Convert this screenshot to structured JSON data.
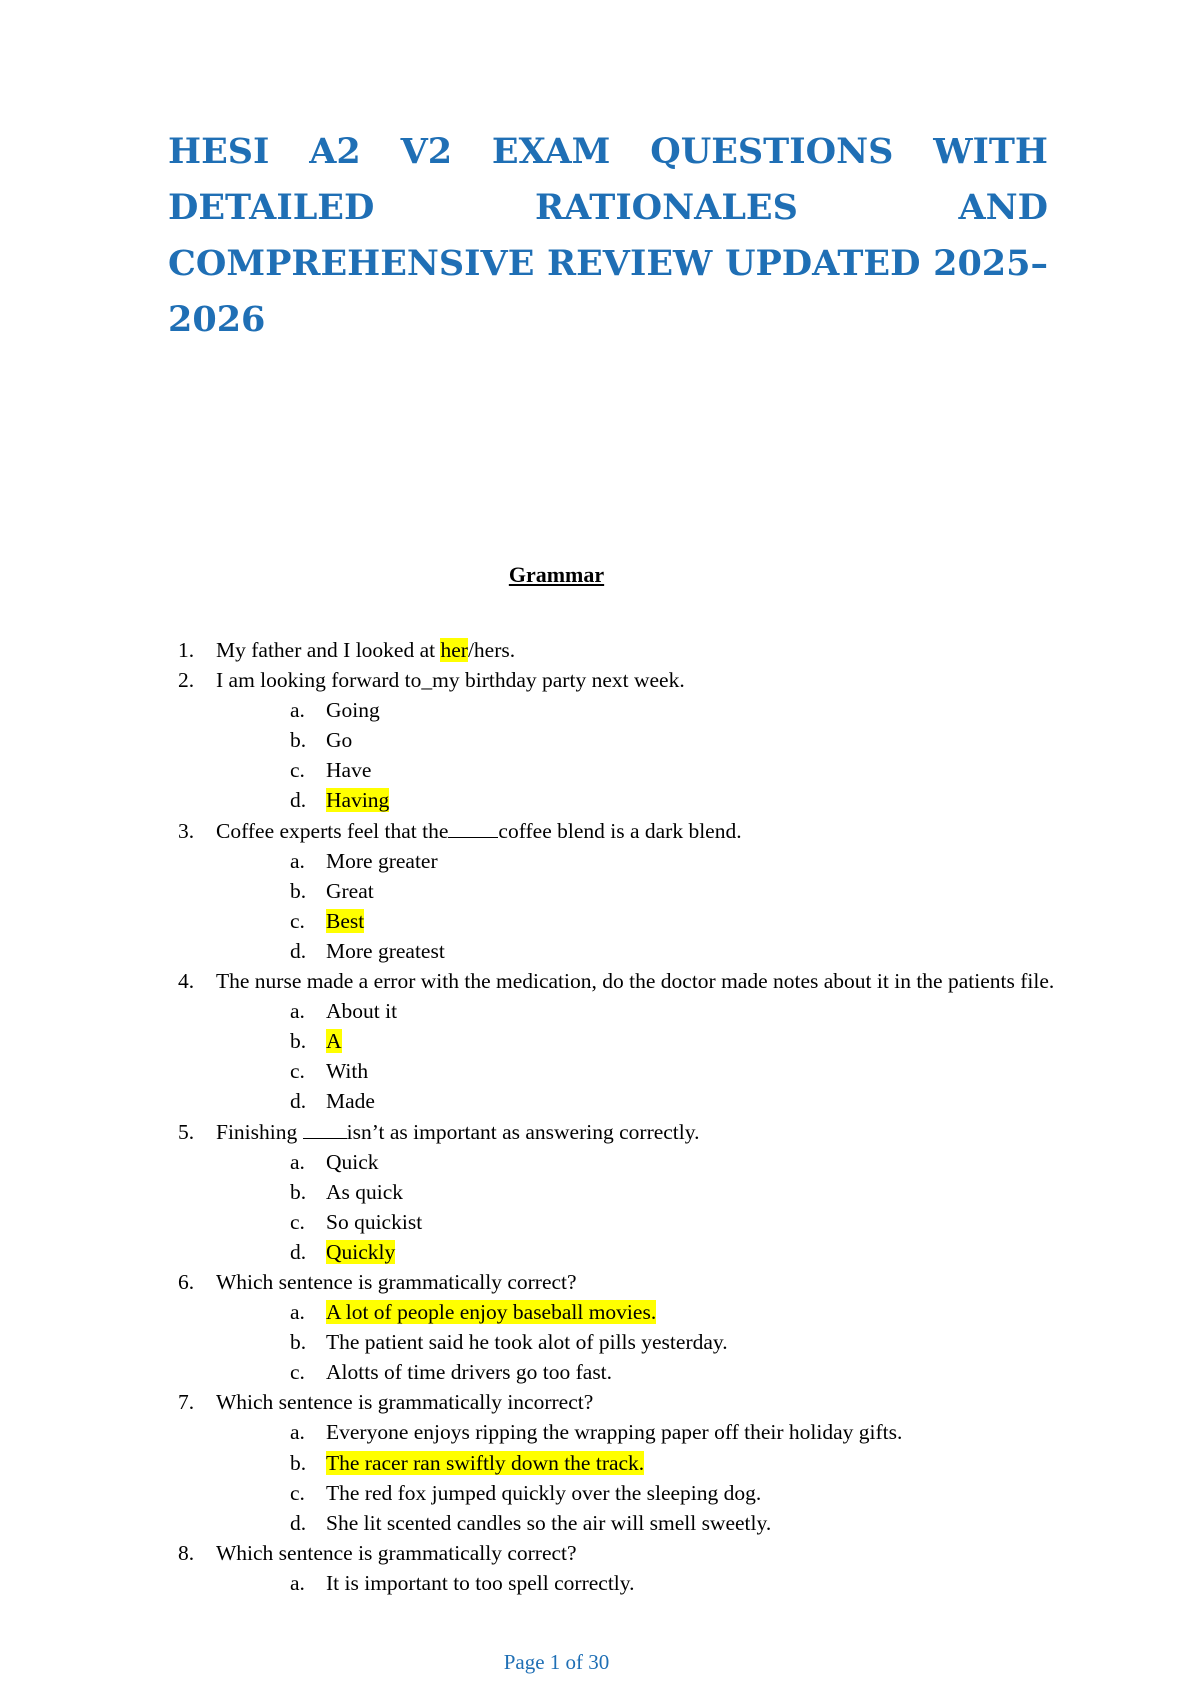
{
  "document": {
    "title": "HESI A2 V2 EXAM QUESTIONS WITH DETAILED RATIONALES AND COMPREHENSIVE REVIEW UPDATED 2025–2026",
    "section_heading": "Grammar",
    "footer": "Page 1 of 30",
    "highlight_color": "#ffff00",
    "title_color": "#1f6fb5"
  },
  "questions": [
    {
      "num": "1.",
      "stem_before": "My father and I looked at ",
      "stem_highlight": "her",
      "stem_after": "/hers.",
      "options": []
    },
    {
      "num": "2.",
      "stem": "I am looking forward to_my birthday party next week.",
      "options": [
        {
          "letter": "a.",
          "text": "Going",
          "correct": false
        },
        {
          "letter": "b.",
          "text": "Go",
          "correct": false
        },
        {
          "letter": "c.",
          "text": "Have",
          "correct": false
        },
        {
          "letter": "d.",
          "text": "Having",
          "correct": true
        }
      ]
    },
    {
      "num": "3.",
      "stem_before": "Coffee experts feel that the",
      "stem_after": "coffee blend is a dark blend.",
      "options": [
        {
          "letter": "a.",
          "text": "More greater",
          "correct": false
        },
        {
          "letter": "b.",
          "text": "Great",
          "correct": false
        },
        {
          "letter": "c.",
          "text": "Best",
          "correct": true
        },
        {
          "letter": "d.",
          "text": "More greatest",
          "correct": false
        }
      ]
    },
    {
      "num": "4.",
      "stem": "The nurse made a error with the medication, do the doctor made notes about it in the patients file.",
      "options": [
        {
          "letter": "a.",
          "text": "About it",
          "correct": false
        },
        {
          "letter": "b.",
          "text": "A",
          "correct": true
        },
        {
          "letter": "c.",
          "text": "With",
          "correct": false
        },
        {
          "letter": "d.",
          "text": "Made",
          "correct": false
        }
      ]
    },
    {
      "num": "5.",
      "stem_before": "Finishing ",
      "stem_after": "isn’t as important as answering correctly.",
      "options": [
        {
          "letter": "a.",
          "text": "Quick",
          "correct": false
        },
        {
          "letter": "b.",
          "text": "As quick",
          "correct": false
        },
        {
          "letter": "c.",
          "text": "So quickist",
          "correct": false
        },
        {
          "letter": "d.",
          "text": "Quickly",
          "correct": true
        }
      ]
    },
    {
      "num": "6.",
      "stem": "Which sentence is grammatically correct?",
      "options": [
        {
          "letter": "a.",
          "text": "A lot of people enjoy baseball movies.",
          "correct": true
        },
        {
          "letter": "b.",
          "text": "The patient said he took alot of pills yesterday.",
          "correct": false
        },
        {
          "letter": "c.",
          "text": "Alotts of time drivers go too fast.",
          "correct": false
        }
      ]
    },
    {
      "num": "7.",
      "stem": "Which sentence is grammatically incorrect?",
      "options": [
        {
          "letter": "a.",
          "text": "Everyone enjoys ripping the wrapping paper off their holiday gifts.",
          "correct": false
        },
        {
          "letter": "b.",
          "text": "The racer ran swiftly down the track.",
          "correct": true
        },
        {
          "letter": "c.",
          "text": "The red fox jumped quickly over the sleeping dog.",
          "correct": false
        },
        {
          "letter": "d.",
          "text": "She lit scented candles so the air will smell sweetly.",
          "correct": false
        }
      ]
    },
    {
      "num": "8.",
      "stem": "Which sentence is grammatically correct?",
      "options": [
        {
          "letter": "a.",
          "text": "It is important to too spell correctly.",
          "correct": false
        }
      ]
    }
  ]
}
